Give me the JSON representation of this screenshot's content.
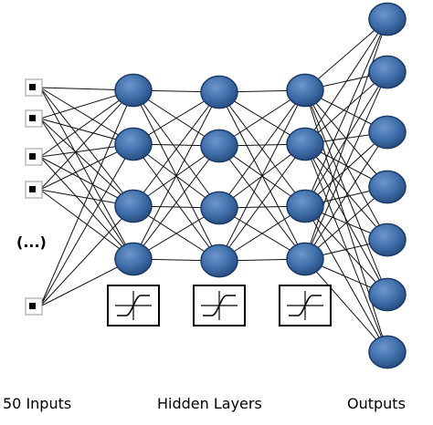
{
  "labels": {
    "inputs": "50 Inputs",
    "hidden": "Hidden Layers",
    "outputs": "Outputs",
    "ellipsis": "(...)"
  },
  "layers": {
    "input_count_shown": 5,
    "hidden_layers": 3,
    "hidden_nodes_per_layer": 4,
    "output_count": 7
  },
  "colors": {
    "node_fill": "#3f6faa",
    "node_stroke": "#1a3a68",
    "edge": "#111111"
  },
  "activation_icon": "sigmoid-activation-icon"
}
